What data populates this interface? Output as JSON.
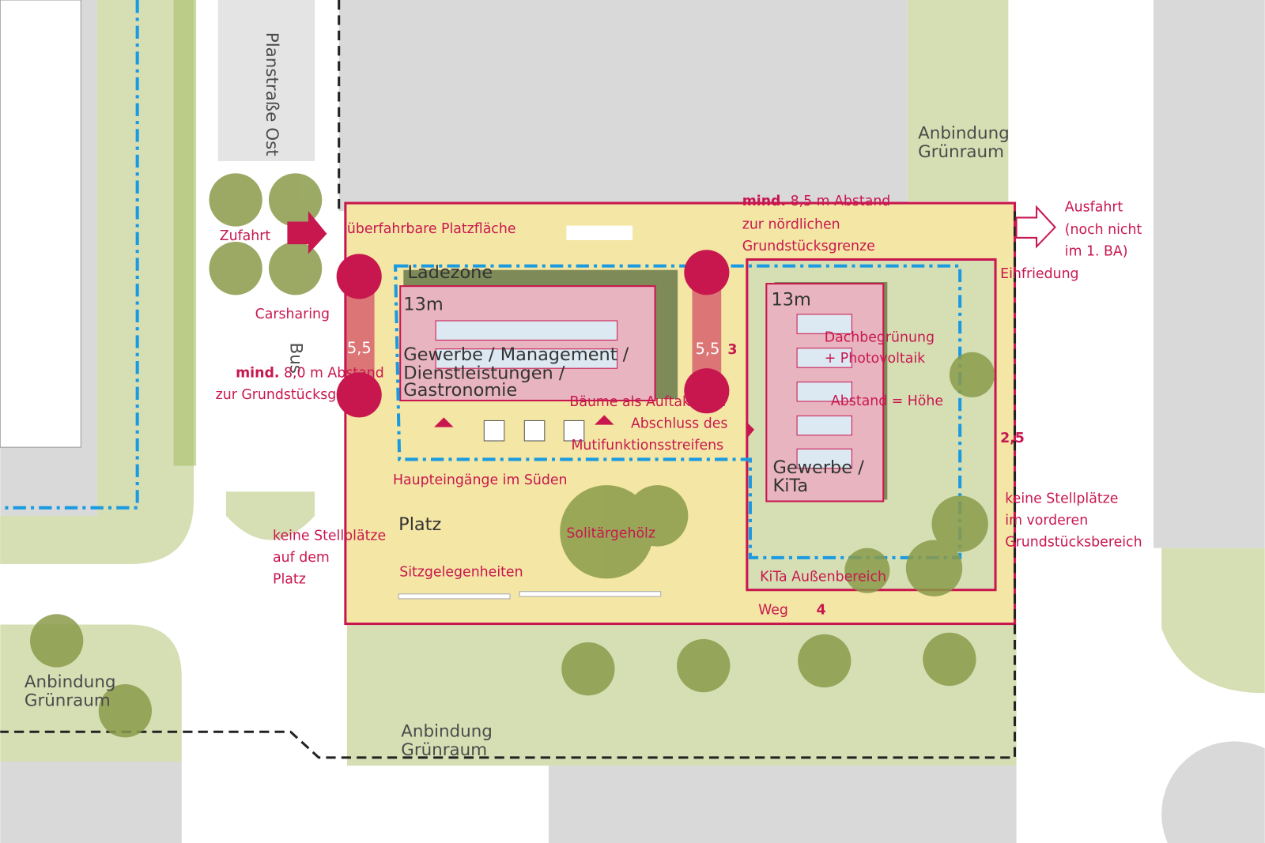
{
  "colors": {
    "accent": "#c8174f",
    "plot": "#f4e6a4",
    "green": "#d6dfb4",
    "tree": "#8a9b4a",
    "building": "#e8b4c0",
    "boundary": "#1a9ae0",
    "grey": "#d9d9d9"
  },
  "labels": {
    "street": "Planstraße Ost",
    "bus": "Bus",
    "zufahrt": "Zufahrt",
    "carsharing": "Carsharing",
    "platzflaeche": "überfahrbare Platzfläche",
    "abstand_west_bold": "mind.",
    "abstand_west_1": "8,0 m Abstand",
    "abstand_west_2": "zur Grundstücksgrenze",
    "abstand_nord_bold": "mind.",
    "abstand_nord_1": "8,5 m Abstand",
    "abstand_nord_2": "zur nördlichen",
    "abstand_nord_3": "Grundstücksgrenze",
    "ausfahrt_1": "Ausfahrt",
    "ausfahrt_2": "(noch nicht",
    "ausfahrt_3": "im 1. BA)",
    "einfriedung": "Einfriedung",
    "ladezone": "Ladezone",
    "height_a": "13m",
    "use_a_1": "Gewerbe / Management /",
    "use_a_2": "Dienstleistungen /",
    "use_a_3": "Gastronomie",
    "height_b": "13m",
    "use_b_1": "Gewerbe /",
    "use_b_2": "KiTa",
    "dach_1": "Dachbegrünung",
    "dach_2": "+ Photovoltaik",
    "abstand_hoehe": "Abstand = Höhe",
    "baeume_1": "Bäume als Auftakt und",
    "baeume_2": "Abschluss des",
    "baeume_3": "Mutifunktionsstreifens",
    "eingaenge": "Haupteingänge im Süden",
    "platz": "Platz",
    "solitaer": "Solitärgehölz",
    "sitz": "Sitzgelegenheiten",
    "keine_platz_1": "keine Stellplätze",
    "keine_platz_2": "auf dem",
    "keine_platz_3": "Platz",
    "keine_vorne_1": "keine Stellplätze",
    "keine_vorne_2": "im vorderen",
    "keine_vorne_3": "Grundstücksbereich",
    "kita_aussen": "KiTa Außenbereich",
    "weg": "Weg",
    "dim_4": "4",
    "dim_3": "3",
    "dim_25": "2,5",
    "dim_55a": "5,5",
    "dim_55b": "5,5",
    "anbindung_1": "Anbindung",
    "anbindung_2": "Grünraum"
  }
}
